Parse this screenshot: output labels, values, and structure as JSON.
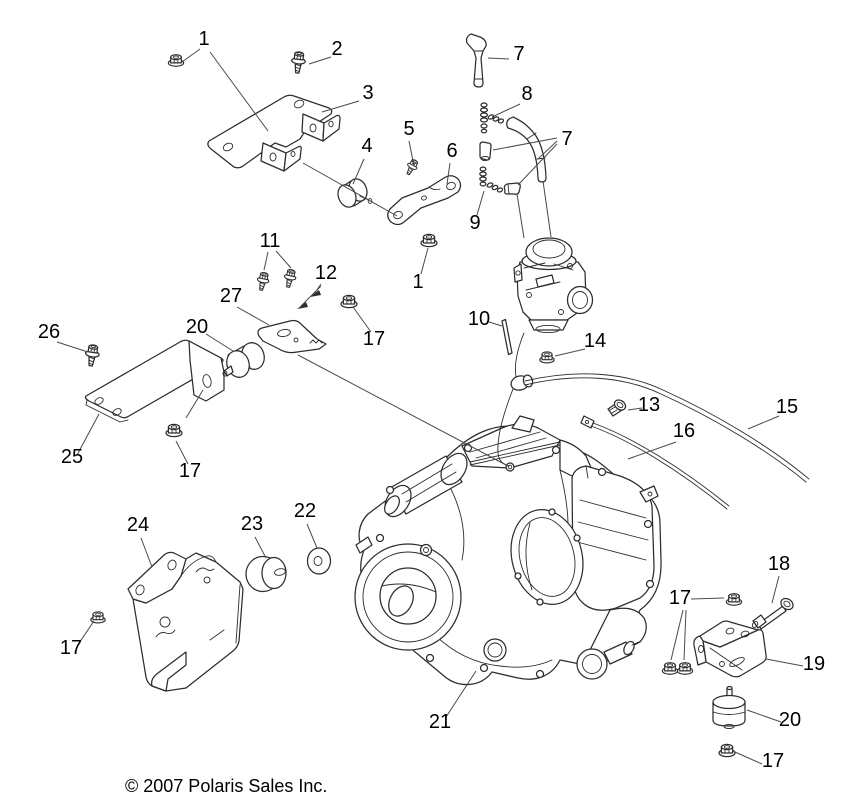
{
  "diagram": {
    "type": "exploded-parts-diagram",
    "copyright": "© 2007 Polaris Sales Inc.",
    "colors": {
      "line": "#2d2d2d",
      "leader": "#4a4a4a",
      "text": "#000000",
      "background": "#ffffff"
    },
    "callouts": [
      {
        "label": "1"
      },
      {
        "label": "2"
      },
      {
        "label": "3"
      },
      {
        "label": "4"
      },
      {
        "label": "5"
      },
      {
        "label": "6"
      },
      {
        "label": "7"
      },
      {
        "label": "8"
      },
      {
        "label": "7"
      },
      {
        "label": "9"
      },
      {
        "label": "1"
      },
      {
        "label": "10"
      },
      {
        "label": "14"
      },
      {
        "label": "11"
      },
      {
        "label": "12"
      },
      {
        "label": "27"
      },
      {
        "label": "17"
      },
      {
        "label": "26"
      },
      {
        "label": "20"
      },
      {
        "label": "25"
      },
      {
        "label": "17"
      },
      {
        "label": "13"
      },
      {
        "label": "15"
      },
      {
        "label": "16"
      },
      {
        "label": "24"
      },
      {
        "label": "23"
      },
      {
        "label": "22"
      },
      {
        "label": "17"
      },
      {
        "label": "21"
      },
      {
        "label": "17"
      },
      {
        "label": "18"
      },
      {
        "label": "19"
      },
      {
        "label": "20"
      },
      {
        "label": "17"
      }
    ]
  }
}
